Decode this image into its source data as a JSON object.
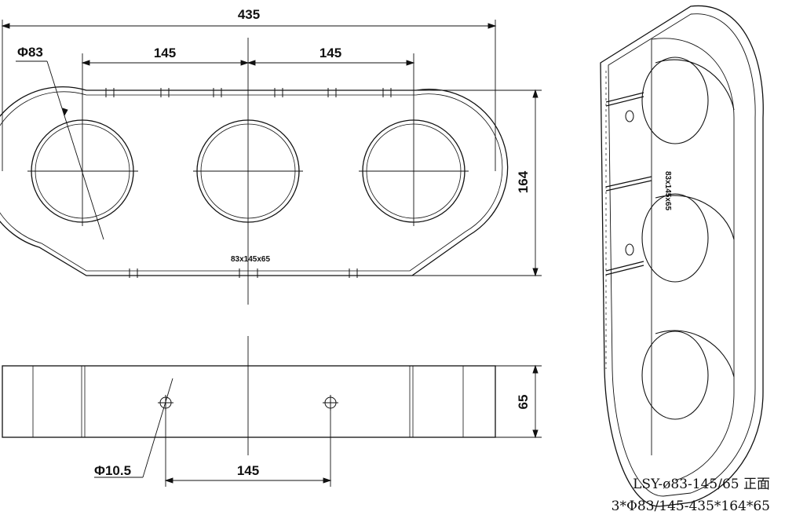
{
  "drawing": {
    "top_view": {
      "overall_width": "435",
      "hole_spacing_left": "145",
      "hole_spacing_right": "145",
      "hole_diameter": "Φ83",
      "height": "164",
      "model_label": "83x145x65"
    },
    "side_view": {
      "depth": "65",
      "mount_hole_diameter": "Φ10.5",
      "mount_hole_spacing": "145"
    },
    "iso_view": {
      "model_label": "83x145x65"
    },
    "caption": {
      "line1": "LSY-ø83-145/65 正面",
      "line2": "3*Φ83/145-435*164*65"
    }
  }
}
